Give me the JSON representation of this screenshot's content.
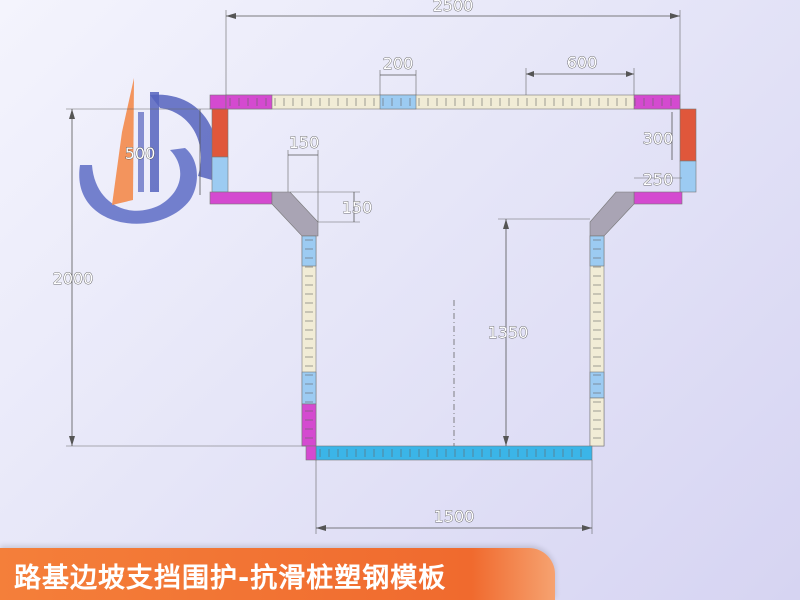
{
  "banner": {
    "title": "路基边坡支挡围护-抗滑桩塑钢模板"
  },
  "dimensions": {
    "overall_width": "2500",
    "segment_200": "200",
    "segment_600": "600",
    "cap_height": "500",
    "offset_150_h": "150",
    "offset_150_v": "150",
    "side_300": "300",
    "side_250": "250",
    "total_height": "2000",
    "shaft_height": "1350",
    "shaft_width": "1500"
  },
  "colors": {
    "beige": "#f1ecd6",
    "blue": "#9ccbf2",
    "magenta": "#d44ad0",
    "red": "#e0573b",
    "cyan": "#3bb5e8",
    "diagonal": "#a9a4b4"
  },
  "logo": {
    "icon": "company-logo-icon"
  }
}
